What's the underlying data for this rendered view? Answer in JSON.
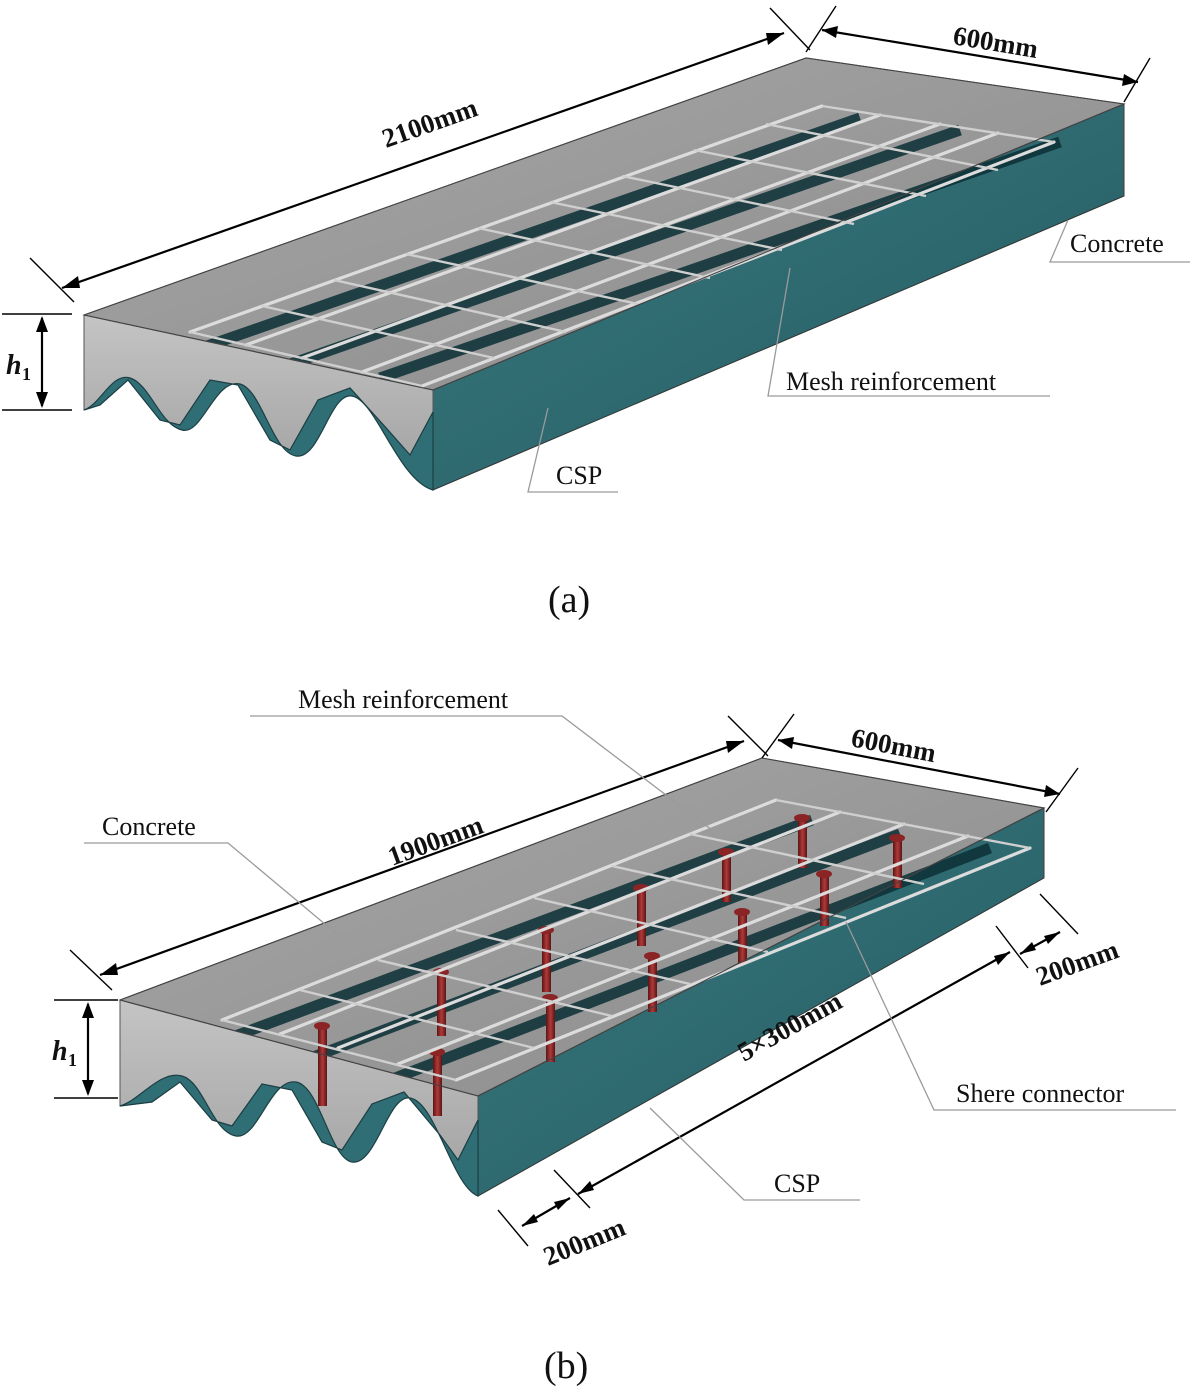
{
  "colors": {
    "concrete_top": "#9c9c9c",
    "concrete_side": "#b9b9b9",
    "csp": "#2c6a70",
    "csp_dark": "#163f45",
    "rebar": "#dcdcdc",
    "connector": "#8b2424",
    "dimension_line": "#000000",
    "leader_line": "#9a9a9a"
  },
  "panel_a": {
    "caption": "(a)",
    "dims": {
      "length": "2100mm",
      "width": "600mm"
    },
    "height_symbol": "h",
    "height_subscript": "1",
    "labels": {
      "concrete": "Concrete",
      "mesh": "Mesh reinforcement",
      "csp": "CSP"
    }
  },
  "panel_b": {
    "caption": "(b)",
    "dims": {
      "length": "1900mm",
      "width": "600mm",
      "end_right": "200mm",
      "spacing": "5×300mm",
      "end_left": "200mm"
    },
    "height_symbol": "h",
    "height_subscript": "1",
    "labels": {
      "mesh": "Mesh reinforcement",
      "concrete": "Concrete",
      "connector": "Shere connector",
      "csp": "CSP"
    }
  }
}
